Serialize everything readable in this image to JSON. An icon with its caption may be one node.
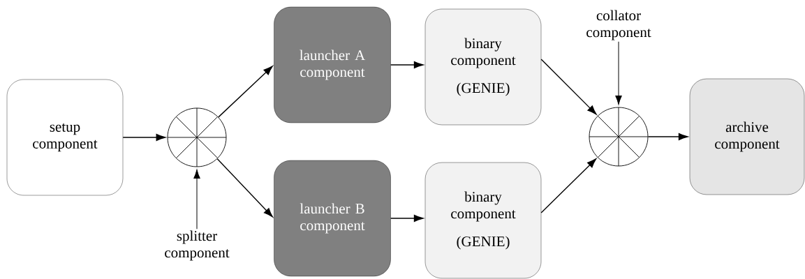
{
  "diagram": {
    "nodes": [
      {
        "text": [
          "setup component"
        ]
      },
      {
        "text": [],
        "shape": "circle"
      },
      {
        "text": [
          "launcher A component"
        ]
      },
      {
        "text": [
          "launcher B component"
        ]
      },
      {
        "text": [
          "binary component",
          "(GENIE)"
        ]
      },
      {
        "text": [
          "binary component",
          "(GENIE)"
        ]
      },
      {
        "text": [],
        "shape": "circle"
      },
      {
        "text": [
          "archive component"
        ]
      },
      {
        "text": [
          "splitter component"
        ]
      },
      {
        "text": [
          "collator component"
        ]
      }
    ],
    "edges": [
      {
        "from": 0,
        "to": 1,
        "arrow": "to"
      },
      {
        "from": 1,
        "to": 2,
        "arrow": "to"
      },
      {
        "from": 1,
        "to": 3,
        "arrow": "to"
      },
      {
        "from": 2,
        "to": 4,
        "arrow": "to"
      },
      {
        "from": 3,
        "to": 5,
        "arrow": "to"
      },
      {
        "from": 4,
        "to": 6,
        "arrow": "to"
      },
      {
        "from": 5,
        "to": 6,
        "arrow": "to"
      },
      {
        "from": 6,
        "to": 7,
        "arrow": "to"
      },
      {
        "from": 8,
        "to": 1,
        "arrow": "to"
      },
      {
        "from": 9,
        "to": 6,
        "arrow": "to"
      }
    ]
  }
}
